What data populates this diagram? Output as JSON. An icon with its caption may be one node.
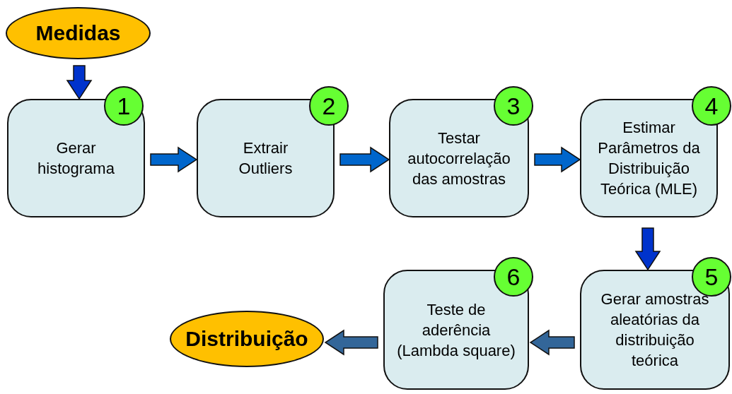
{
  "diagram": {
    "nodes": [
      {
        "text": [
          "Medidas"
        ]
      },
      {
        "text": [
          "1"
        ]
      },
      {
        "text": [
          "Gerar histograma"
        ]
      },
      {
        "text": [
          "2"
        ]
      },
      {
        "text": [
          "Extrair Outliers"
        ]
      },
      {
        "text": [
          "3"
        ]
      },
      {
        "text": [
          "Testar autocorrelação das amostras"
        ]
      },
      {
        "text": [
          "4"
        ]
      },
      {
        "text": [
          "Estimar Parâmetros da Distribuição Teórica (MLE)"
        ]
      },
      {
        "text": [
          "5"
        ]
      },
      {
        "text": [
          "Gerar amostras aleatórias da distribuição teórica"
        ]
      },
      {
        "text": [
          "6"
        ]
      },
      {
        "text": [
          "Teste de aderência (Lambda square)"
        ]
      },
      {
        "text": [
          "Distribuição"
        ]
      }
    ],
    "edges": [
      {
        "from": 0,
        "to": 2,
        "arrow": "to",
        "color": "#0033cc"
      },
      {
        "from": 2,
        "to": 4,
        "arrow": "to",
        "color": "#0066cc"
      },
      {
        "from": 4,
        "to": 6,
        "arrow": "to",
        "color": "#0066cc"
      },
      {
        "from": 6,
        "to": 8,
        "arrow": "to",
        "color": "#0066cc"
      },
      {
        "from": 8,
        "to": 10,
        "arrow": "to",
        "color": "#0033cc"
      },
      {
        "from": 10,
        "to": 12,
        "arrow": "to",
        "color": "#336699"
      },
      {
        "from": 12,
        "to": 13,
        "arrow": "to",
        "color": "#336699"
      }
    ]
  }
}
